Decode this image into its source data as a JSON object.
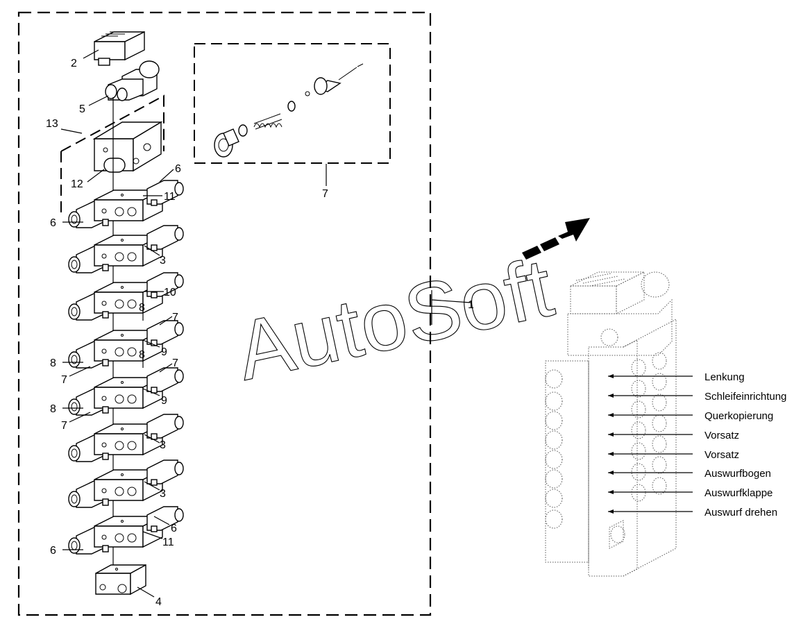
{
  "watermark": "AutoSoft",
  "callouts": {
    "c1": "1",
    "c2": "2",
    "c3a": "3",
    "c3b": "3",
    "c3c": "3",
    "c4": "4",
    "c5": "5",
    "c6a": "6",
    "c6b": "6",
    "c6c": "6",
    "c6d": "6",
    "c7a": "7",
    "c7b": "7",
    "c7c": "7",
    "c7d": "7",
    "c7e": "7",
    "c8a": "8",
    "c8b": "8",
    "c8c": "8",
    "c8d": "8",
    "c9a": "9",
    "c9b": "9",
    "c10": "10",
    "c11a": "11",
    "c11b": "11",
    "c12": "12",
    "c13": "13"
  },
  "functions": [
    "Lenkung",
    "Schleifeinrichtung",
    "Querkopierung",
    "Vorsatz",
    "Vorsatz",
    "Auswurfbogen",
    "Auswurfklappe",
    "Auswurf drehen"
  ]
}
